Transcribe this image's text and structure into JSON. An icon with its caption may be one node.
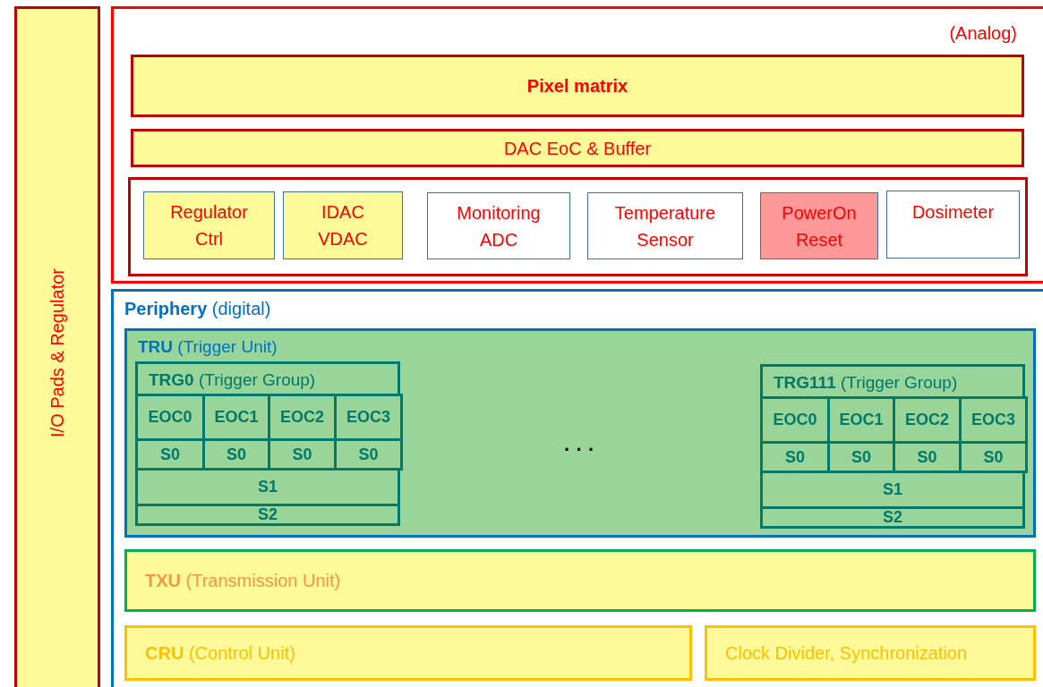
{
  "diagram": {
    "nodes": [
      {
        "text": [
          "I/O Pads & Regulator"
        ]
      },
      {
        "text": [
          "(Analog)"
        ]
      },
      {
        "text": [
          "Pixel matrix"
        ],
        "in": 1
      },
      {
        "text": [
          "DAC EoC & Buffer"
        ],
        "in": 1
      },
      {
        "text": [],
        "shape": "box",
        "in": 1
      },
      {
        "text": [
          "Regulator Ctrl"
        ],
        "in": 4
      },
      {
        "text": [
          "IDAC VDAC"
        ],
        "in": 4
      },
      {
        "text": [
          "Monitoring ADC"
        ],
        "in": 4
      },
      {
        "text": [
          "Temperature Sensor"
        ],
        "in": 4
      },
      {
        "text": [
          "PowerOn Reset"
        ],
        "in": 4
      },
      {
        "text": [
          "Dosimeter"
        ],
        "in": 4
      },
      {
        "text": [
          "**Periphery** (digital)"
        ]
      },
      {
        "text": [
          "**TRU** (Trigger Unit)"
        ],
        "in": 11
      },
      {
        "text": [
          "**TRG0** (Trigger Group)"
        ],
        "in": 12
      },
      {
        "text": [
          "EOC0"
        ],
        "in": 13
      },
      {
        "text": [
          "EOC1"
        ],
        "in": 13
      },
      {
        "text": [
          "EOC2"
        ],
        "in": 13
      },
      {
        "text": [
          "EOC3"
        ],
        "in": 13
      },
      {
        "text": [
          "S0"
        ],
        "in": 13
      },
      {
        "text": [
          "S0"
        ],
        "in": 13
      },
      {
        "text": [
          "S0"
        ],
        "in": 13
      },
      {
        "text": [
          "S0"
        ],
        "in": 13
      },
      {
        "text": [
          "S1"
        ],
        "in": 13
      },
      {
        "text": [
          "S2"
        ],
        "in": 13
      },
      {
        "text": [
          "**TRG111** (Trigger Group)"
        ],
        "in": 12
      },
      {
        "text": [
          "EOC0"
        ],
        "in": 24
      },
      {
        "text": [
          "EOC1"
        ],
        "in": 24
      },
      {
        "text": [
          "EOC2"
        ],
        "in": 24
      },
      {
        "text": [
          "EOC3"
        ],
        "in": 24
      },
      {
        "text": [
          "S0"
        ],
        "in": 24
      },
      {
        "text": [
          "S0"
        ],
        "in": 24
      },
      {
        "text": [
          "S0"
        ],
        "in": 24
      },
      {
        "text": [
          "S0"
        ],
        "in": 24
      },
      {
        "text": [
          "S1"
        ],
        "in": 24
      },
      {
        "text": [
          "S2"
        ],
        "in": 24
      },
      {
        "text": [
          "**TXU** (Transmission Unit)"
        ],
        "in": 11
      },
      {
        "text": [
          "**CRU** (Control Unit)"
        ],
        "in": 11
      },
      {
        "text": [
          "Clock Divider, Synchronization"
        ],
        "in": 11
      }
    ],
    "labels": [
      "· · ·"
    ]
  }
}
